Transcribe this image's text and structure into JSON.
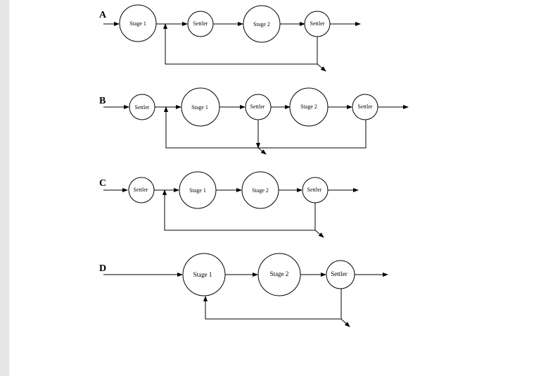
{
  "panels": [
    {
      "letter": "A",
      "nodes": [
        "Stage 1",
        "Settler",
        "Stage 2",
        "Settler"
      ]
    },
    {
      "letter": "B",
      "nodes": [
        "Settler",
        "Stage 1",
        "Settler",
        "Stage 2",
        "Settler"
      ]
    },
    {
      "letter": "C",
      "nodes": [
        "Settler",
        "Stage 1",
        "Stage 2",
        "Settler"
      ]
    },
    {
      "letter": "D",
      "nodes": [
        "Stage 1",
        "Stage 2",
        "Settler"
      ]
    }
  ],
  "colors": {
    "line": "#000000",
    "background": "#ffffff",
    "sidebar": "#e6e6e6"
  }
}
